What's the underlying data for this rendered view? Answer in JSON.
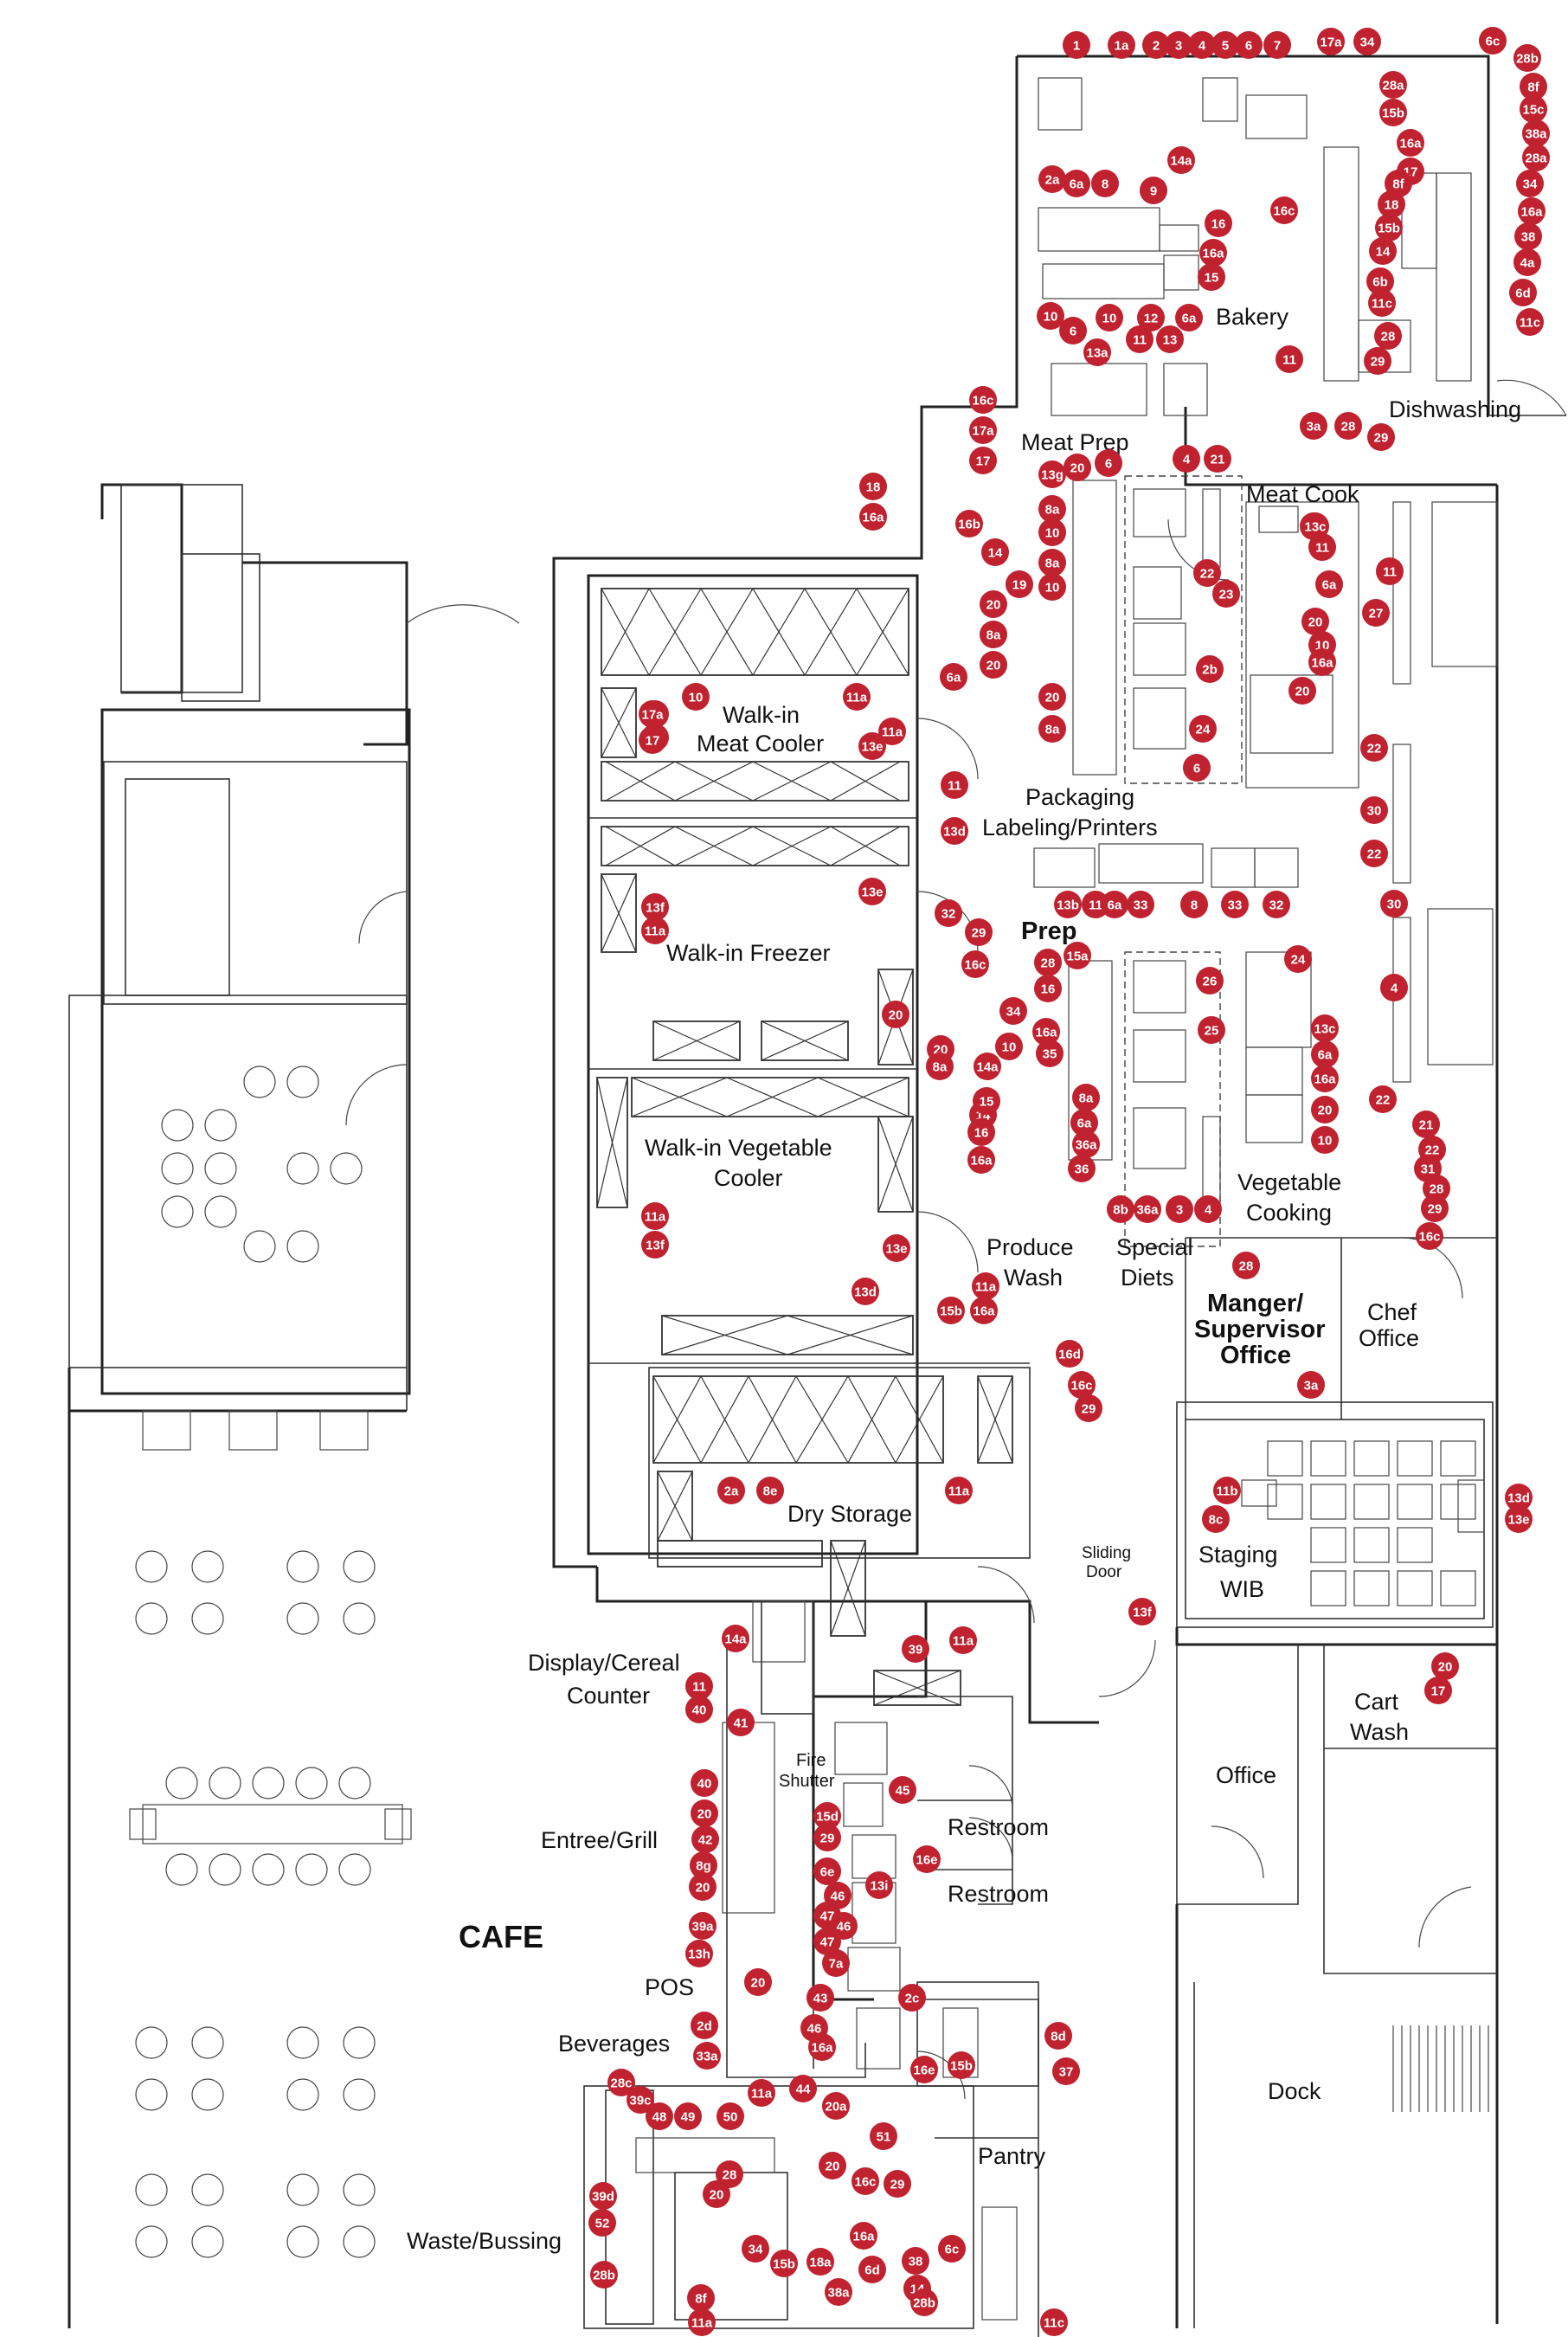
{
  "rooms": {
    "bakery": "Bakery",
    "dishwashing": "Dishwashing",
    "meat_prep": "Meat Prep",
    "meat_cook": "Meat Cook",
    "walkin_meat_1": "Walk-in",
    "walkin_meat_2": "Meat Cooler",
    "packaging_1": "Packaging",
    "packaging_2": "Labeling/Printers",
    "prep": "Prep",
    "walkin_freezer": "Walk-in  Freezer",
    "walkin_veg_1": "Walk-in Vegetable",
    "walkin_veg_2": "Cooler",
    "vegetable_cooking_1": "Vegetable",
    "vegetable_cooking_2": "Cooking",
    "produce_wash_1": "Produce",
    "produce_wash_2": "Wash",
    "special_diets_1": "Special",
    "special_diets_2": "Diets",
    "manager_1": "Manger/",
    "manager_2": "Supervisor",
    "manager_3": "Office",
    "chef_office_1": "Chef",
    "chef_office_2": "Office",
    "dry_storage": "Dry Storage",
    "sliding_door_1": "Sliding",
    "sliding_door_2": "Door",
    "staging_1": "Staging",
    "staging_2": "WIB",
    "display_counter_1": "Display/Cereal",
    "display_counter_2": "Counter",
    "fire_shutter_1": "Fire",
    "fire_shutter_2": "Shutter",
    "entree_grill": "Entree/Grill",
    "restroom_1": "Restroom",
    "restroom_2": "Restroom",
    "cart_wash_1": "Cart",
    "cart_wash_2": "Wash",
    "office": "Office",
    "cafe": "CAFE",
    "pos": "POS",
    "beverages": "Beverages",
    "pantry": "Pantry",
    "dock": "Dock",
    "waste_bussing": "Waste/Bussing"
  },
  "colors": {
    "tag_fill": "#c0222f",
    "tag_text": "#ffffff",
    "walls": "#222222"
  },
  "tags": [
    "1",
    "1a",
    "2",
    "3",
    "4",
    "5",
    "6",
    "7",
    "17a",
    "34",
    "6c",
    "28b",
    "8f",
    "15c",
    "38a",
    "28a",
    "34",
    "16a",
    "38",
    "4a",
    "6d",
    "11c",
    "14a",
    "28a",
    "15b",
    "16a",
    "17",
    "8f",
    "18",
    "15b",
    "14",
    "6b",
    "11c",
    "28",
    "29",
    "16c",
    "2a",
    "6a",
    "8",
    "9",
    "16",
    "16a",
    "15",
    "10",
    "6",
    "10",
    "12",
    "6a",
    "13a",
    "11",
    "13",
    "11",
    "3a",
    "28",
    "29",
    "16c",
    "17a",
    "17",
    "18",
    "16a",
    "16b",
    "14",
    "19",
    "20",
    "8a",
    "20",
    "6a",
    "10",
    "11a",
    "8e",
    "13f",
    "13e",
    "11a",
    "11",
    "13d",
    "13g",
    "20",
    "6",
    "8a",
    "10",
    "8a",
    "10",
    "20",
    "8a",
    "6",
    "4",
    "21",
    "22",
    "23",
    "2b",
    "24",
    "25",
    "11",
    "6a",
    "20",
    "10",
    "16a",
    "20",
    "13c",
    "11",
    "27",
    "22",
    "30",
    "22",
    "30",
    "4",
    "22",
    "13b",
    "11",
    "6a",
    "33",
    "8",
    "33",
    "32",
    "32",
    "29",
    "16c",
    "28",
    "15a",
    "16",
    "34",
    "16a",
    "35",
    "26",
    "25",
    "24",
    "13c",
    "6a",
    "16a",
    "20",
    "10",
    "20",
    "20",
    "8a",
    "14a",
    "10",
    "14",
    "15",
    "16",
    "16a",
    "8a",
    "6a",
    "36a",
    "36",
    "8b",
    "36a",
    "3",
    "4",
    "21",
    "22",
    "31",
    "28",
    "29",
    "16c",
    "17a",
    "17",
    "13e",
    "13f",
    "11a",
    "11a",
    "13f",
    "13e",
    "13d",
    "11a",
    "15b",
    "16a",
    "16d",
    "16c",
    "29",
    "28",
    "3a",
    "2a",
    "8e",
    "11a",
    "11b",
    "8c",
    "13d",
    "13e",
    "13f",
    "14a",
    "39",
    "11a",
    "11",
    "40",
    "41",
    "40",
    "20",
    "42",
    "8g",
    "20",
    "39a",
    "13h",
    "45",
    "15d",
    "16e",
    "29",
    "6e",
    "46",
    "47",
    "46",
    "47",
    "7a",
    "13i",
    "2c",
    "20",
    "2d",
    "33a",
    "43",
    "46",
    "16a",
    "16e",
    "15b",
    "8d",
    "37",
    "11a",
    "44",
    "20a",
    "28c",
    "39c",
    "48",
    "49",
    "50",
    "51",
    "20",
    "16c",
    "29",
    "28",
    "39d",
    "52",
    "20",
    "28b",
    "34",
    "8f",
    "15b",
    "18a",
    "6d",
    "38",
    "38a",
    "16a",
    "6c",
    "14",
    "11a",
    "28b",
    "11c",
    "20",
    "17",
    "17a"
  ]
}
